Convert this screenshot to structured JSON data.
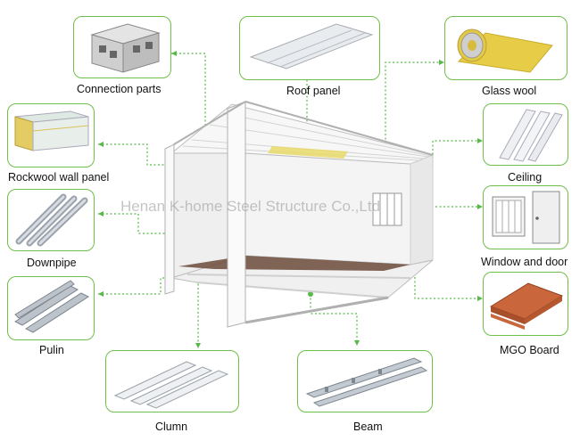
{
  "watermark": "Henan K-home Steel Structure Co.,Ltd",
  "components": {
    "connection_parts": "Connection parts",
    "roof_panel": "Roof panel",
    "glass_wool": "Glass wool",
    "rockwool_wall_panel": "Rockwool wall panel",
    "ceiling": "Ceiling",
    "downpipe": "Downpipe",
    "window_and_door": "Window and door",
    "pulin": "Pulin",
    "mgo_board": "MGO Board",
    "clumn": "Clumn",
    "beam": "Beam"
  },
  "colors": {
    "frame": "#6fbf4a",
    "connector": "#57b947",
    "container": "#f2f2f2",
    "floor": "#5a3a2a"
  }
}
